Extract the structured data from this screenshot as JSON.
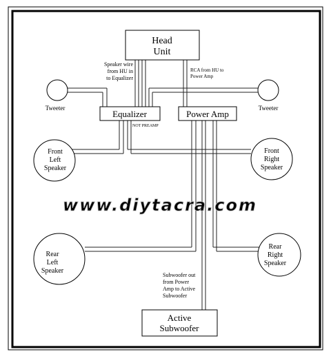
{
  "head_unit": {
    "line1": "Head",
    "line2": "Unit"
  },
  "equalizer": "Equalizer",
  "power_amp": "Power Amp",
  "not_preamp": "NOT PREAMP",
  "tweeter_left": "Tweeter",
  "tweeter_right": "Tweeter",
  "speaker_wire_note": [
    "Speaker wire",
    "from HU in",
    "to Equalizer"
  ],
  "rca_note": [
    "RCA from HU to",
    "Power Amp"
  ],
  "front_left": [
    "Front",
    "Left",
    "Speaker"
  ],
  "front_right": [
    "Front",
    "Right",
    "Speaker"
  ],
  "rear_left": [
    "Rear",
    "Left",
    "Speaker"
  ],
  "rear_right": [
    "Rear",
    "Right",
    "Speaker"
  ],
  "subwoofer_note": [
    "Subwoofer out",
    "from Power",
    "Amp to Active",
    "Subwoofer"
  ],
  "active_subwoofer": {
    "line1": "Active",
    "line2": "Subwoofer"
  },
  "watermark": "www.diytacra.com"
}
